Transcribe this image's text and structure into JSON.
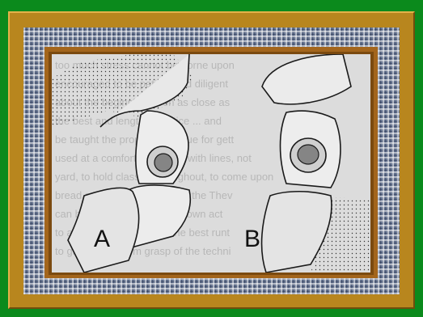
{
  "figure": {
    "labels": {
      "a": "A",
      "b": "B"
    },
    "colors": {
      "background": "#0b8a1c",
      "frame_gold": "#b8861e",
      "mat_brown": "#7b4a10",
      "paper": "#dcdcdc",
      "lesion_outer": "#cfcfcf",
      "lesion_core": "#858585",
      "stroke": "#1a1a1a"
    },
    "background_text_lines": [
      "too much stress cannot be borne upon",
      "encouraged to be patient and diligent",
      "about the beginning or on as close as",
      "the best and lengthy practice ... and",
      "be taught the proper technique for gett",
      "used at a comfortable pace, with lines, not",
      "yard, to hold classes throughout, to come upon",
      "bread surface and especially the Thev",
      "can be made to give not his own act",
      "to a mirror to show them the best runt",
      "to give them a firm grasp of the techni"
    ]
  }
}
